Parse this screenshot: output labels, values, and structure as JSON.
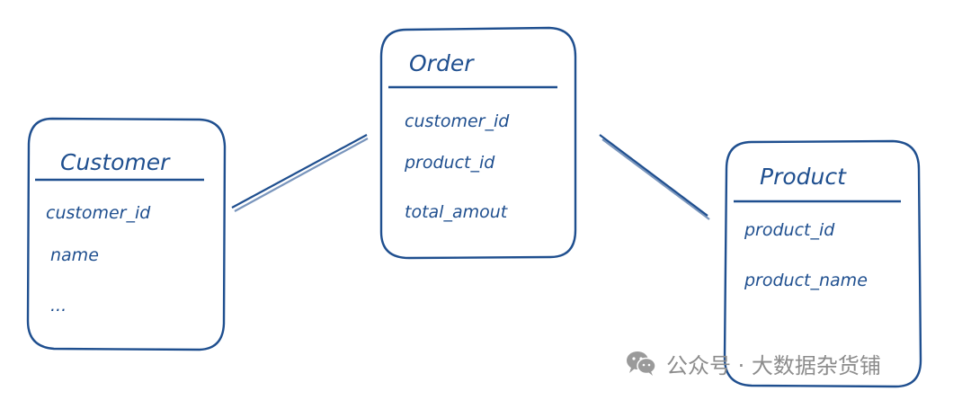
{
  "diagram": {
    "entities": {
      "customer": {
        "title": "Customer",
        "fields": [
          "customer_id",
          "name",
          "..."
        ]
      },
      "order": {
        "title": "Order",
        "fields": [
          "customer_id",
          "product_id",
          "total_amout"
        ]
      },
      "product": {
        "title": "Product",
        "fields": [
          "product_id",
          "product_name"
        ]
      }
    },
    "relationships": [
      {
        "from": "Customer",
        "to": "Order"
      },
      {
        "from": "Order",
        "to": "Product"
      }
    ],
    "stroke_color": "#1f4f8f"
  },
  "watermark": {
    "text": "公众号 · 大数据杂货铺",
    "icon": "wechat-icon",
    "color": "#8c8c8c"
  }
}
